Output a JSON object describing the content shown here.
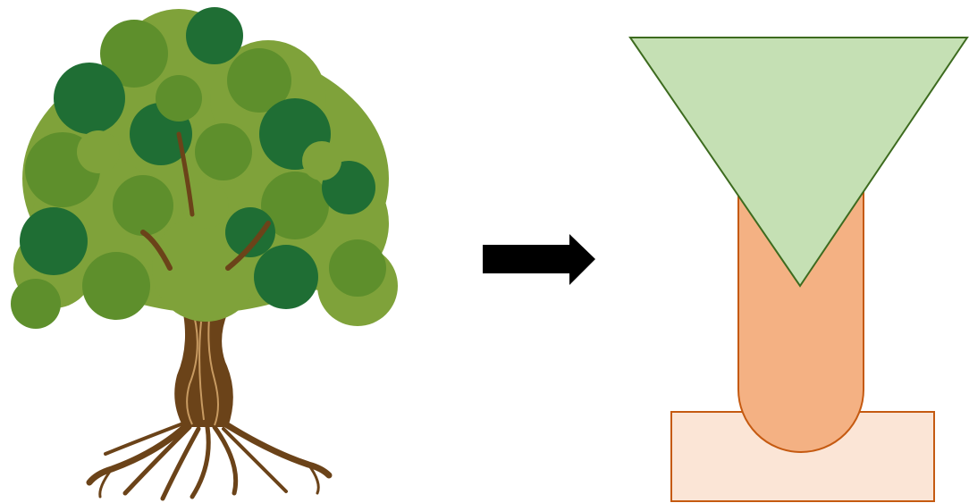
{
  "diagram": {
    "left": {
      "icon": "tree-illustration-icon"
    },
    "connector": {
      "icon": "right-arrow-icon",
      "color": "#000000"
    },
    "right": {
      "icon": "abstract-tree-shapes",
      "canopy": {
        "shape": "inverted-triangle",
        "fill": "#c5e0b4",
        "stroke": "#3d6b1f"
      },
      "trunk": {
        "shape": "rounded-rectangle",
        "fill": "#f4b183",
        "stroke": "#c55a11"
      },
      "roots": {
        "shape": "rectangle",
        "fill": "#fbe5d6",
        "stroke": "#c55a11"
      }
    }
  },
  "colors": {
    "leaf_light": "#7fa23a",
    "leaf_mid": "#5e8f2c",
    "leaf_dark": "#1f6e34",
    "bark": "#6b4319",
    "bark_light": "#c89b62"
  }
}
